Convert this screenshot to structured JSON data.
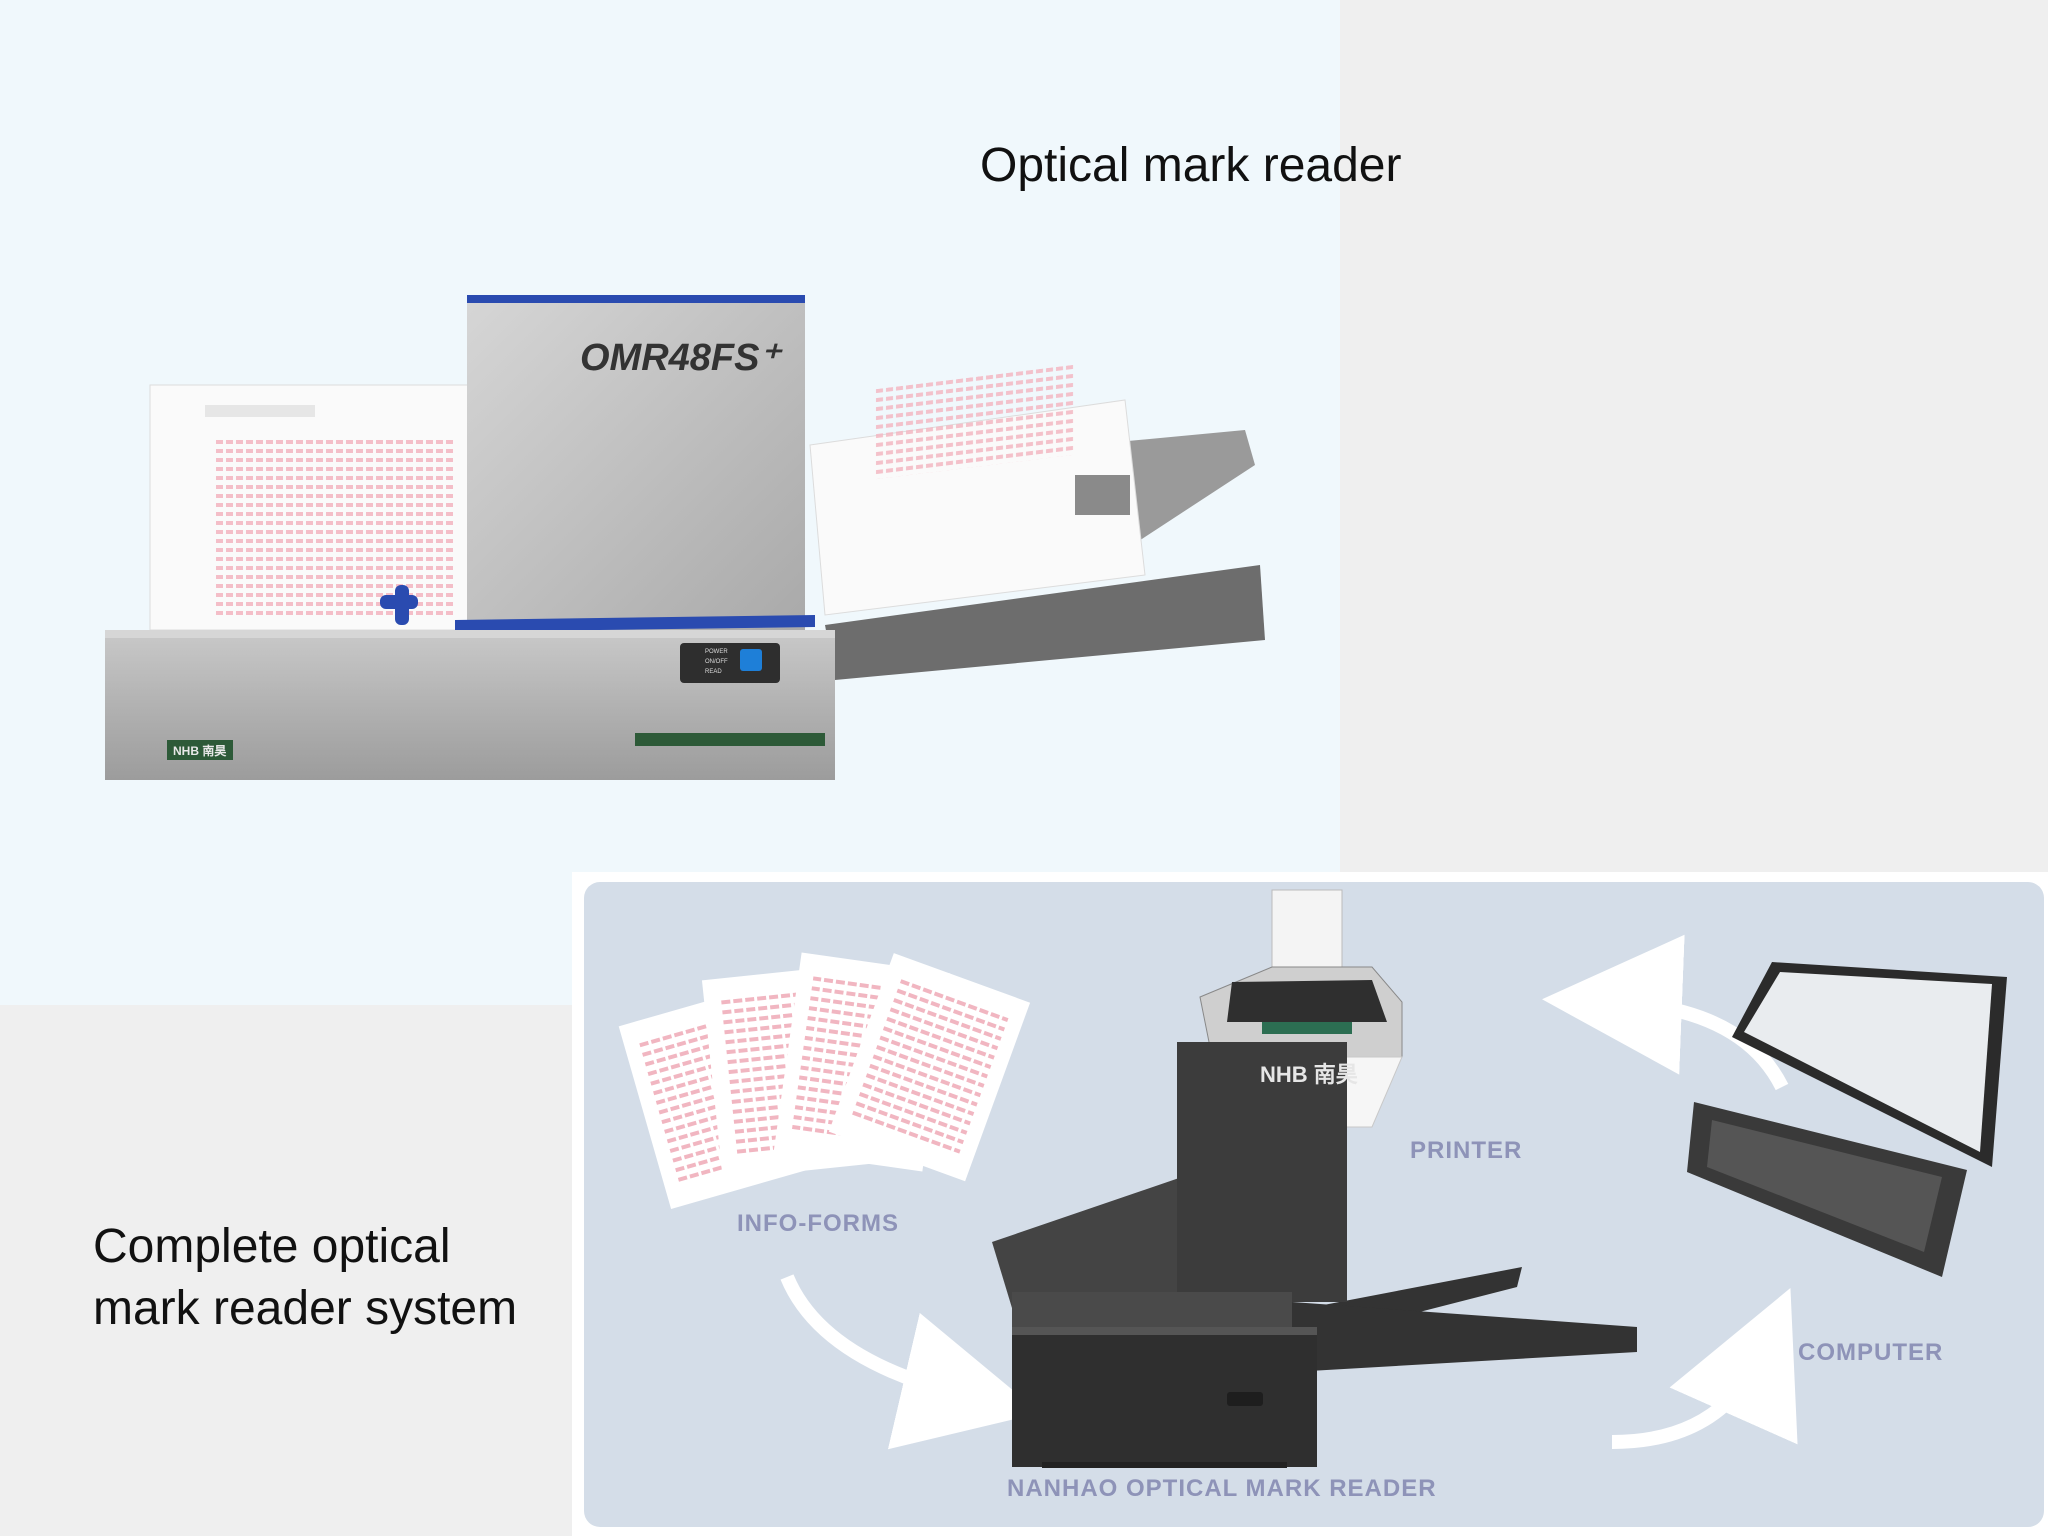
{
  "captions": {
    "top": "Optical mark reader",
    "bottom": "Complete optical mark reader system"
  },
  "device": {
    "model": "OMR48FS⁺",
    "brand_badge": "NHB 南昊",
    "panel_lines": [
      "POWER",
      "ON/OFF",
      "READ"
    ],
    "panel_button_color": "#1e7fd8",
    "accent_color": "#2a4bb0"
  },
  "diagram": {
    "labels": {
      "forms": "INFO-FORMS",
      "printer": "PRINTER",
      "computer": "COMPUTER",
      "reader": "NANHAO OPTICAL MARK READER"
    },
    "reader_badge": "NHB 南昊",
    "background_color": "#d4dde8",
    "label_color": "#8e93b8"
  },
  "colors": {
    "top_panel": "#f0f8fc",
    "page": "#efefef"
  }
}
